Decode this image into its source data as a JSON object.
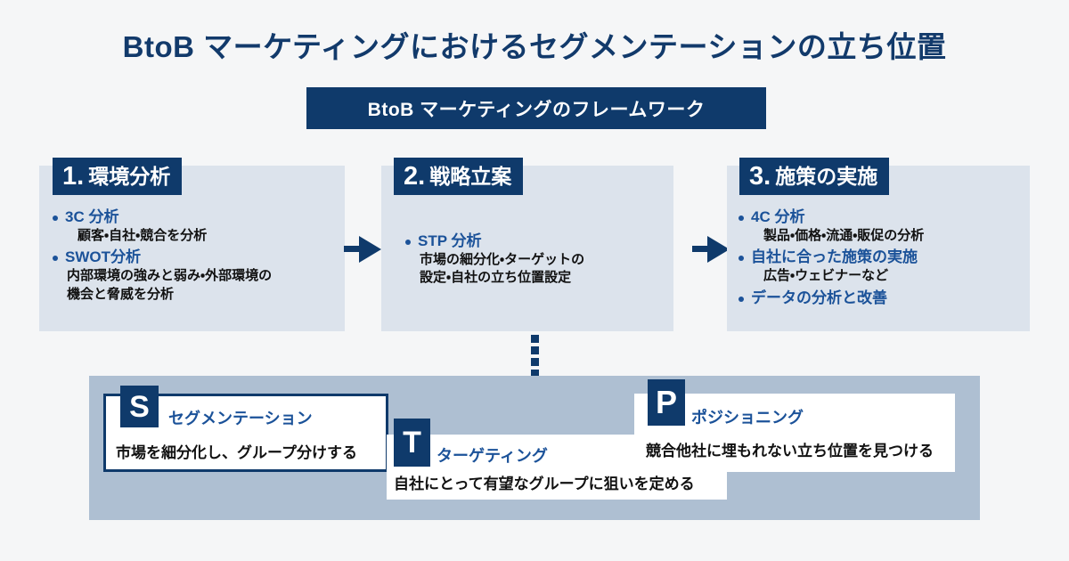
{
  "page": {
    "title": "BtoB マーケティングにおけるセグメンテーションの立ち位置",
    "subtitle_banner": "BtoB マーケティングのフレームワーク",
    "background_color": "#f5f6f7",
    "accent_navy": "#0f3a6b",
    "accent_blue_text": "#1b5299",
    "card_background": "#dce3ec",
    "panel_background": "#aebfd2"
  },
  "steps": [
    {
      "number": "1.",
      "heading": "環境分析",
      "bullets": [
        {
          "head": "3C 分析",
          "desc": "顧客・自社・競合を分析"
        },
        {
          "head": "SWOT分析",
          "desc": "内部環境の強みと弱み・外部環境の\n機会と脅威を分析"
        }
      ]
    },
    {
      "number": "2.",
      "heading": "戦略立案",
      "bullets": [
        {
          "head": "STP 分析",
          "desc": "市場の細分化・ターゲットの\n設定・自社の立ち位置設定"
        }
      ]
    },
    {
      "number": "3.",
      "heading": "施策の実施",
      "bullets": [
        {
          "head": "4C 分析",
          "desc": "製品・価格・流通・販促の分析"
        },
        {
          "head": "自社に合った施策の実施",
          "desc": "広告・ウェビナーなど"
        },
        {
          "head": "データの分析と改善",
          "desc": ""
        }
      ]
    }
  ],
  "stp": [
    {
      "letter": "S",
      "title": "セグメンテーション",
      "desc": "市場を細分化し、グループ分けする",
      "highlighted": true
    },
    {
      "letter": "T",
      "title": "ターゲティング",
      "desc": "自社にとって有望なグループに狙いを定める",
      "highlighted": false
    },
    {
      "letter": "P",
      "title": "ポジショニング",
      "desc": "競合他社に埋もれない立ち位置を見つける",
      "highlighted": false
    }
  ],
  "connectors": {
    "arrow_1_label": "arrow-step1-to-step2",
    "arrow_2_label": "arrow-step2-to-step3",
    "dotted_label": "dotted-link-stp"
  }
}
